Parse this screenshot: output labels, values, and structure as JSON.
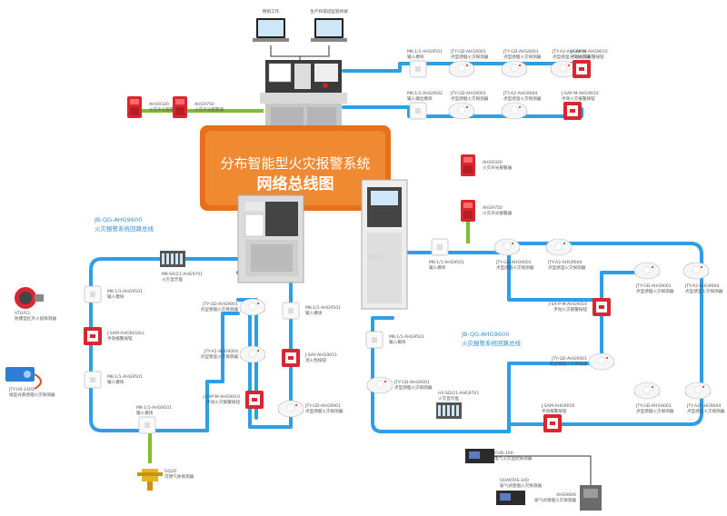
{
  "title": {
    "line1": "分布智能型火灾报警系统",
    "line2": "网络总线图"
  },
  "bus_labels": {
    "left_model": "JB-QG-AHG9600",
    "left_desc": "火灾报警系统回路总线",
    "right_model": "JB-QG-AHG9600",
    "right_desc": "火灾报警系统回路总线"
  },
  "computers": {
    "left": "网络工作",
    "right": "生产和值班监管终端"
  },
  "watermark": "detie",
  "devices": {
    "top_left_1": "AHG9320\n火灾声光报警器",
    "top_left_2": "AHG9750\n火灾声光报警器",
    "mod_top1": "MK-1/1-AHG9501\n输入模块",
    "det_top1": "JTY-GD-AHG9001\n点型感烟火灾探测器",
    "det_top2": "JTY-GD-AHG9001\n点型感烟火灾探测器",
    "det_top3": "JTY-A2-AHG9004\n点型感温火灾探测器",
    "mcp_top1": "J-SAP-M-AHG9010\n手动火灾报警按钮",
    "mod_top2": "MK-1/1-AHG9502\n输入输出模块",
    "det_top4": "JTY-GD-AHG9001\n点型感烟火灾探测器",
    "det_top5": "JTY-A2-AHG9004\n点型感温火灾探测器",
    "mcp_top2": "J-SAP-M-AHG9010\n手动火灾报警按钮",
    "snd_right1": "AHG9320\n火灾声光报警器",
    "snd_right2": "AHG9750\n火灾声光报警器",
    "left_panel": "AHG9600",
    "left_io": "MK-SR/21-AHG9701\n火灾显示盘",
    "flame": "XTU/G1\n防爆型红外火焰探测器",
    "l_mod1": "MK-1/1-AHG9501\n输入模块",
    "l_mcp1": "J-SAM-AHG9010LL\n手动报警按钮",
    "l_beam": "JTY-HS-1401\n线型光束感烟火灾探测器",
    "l_mod2": "MK-1/1-AHG9501\n输入模块",
    "l_mod3": "MK-1/1-AHG9501\n输入模块",
    "gas": "GQ26\n可燃气体探测器",
    "c_det1": "JTY-GD-AHG9001\n点型感烟火灾探测器",
    "c_mod1": "MK-1/1-AHG9501\n输入模块",
    "c_det2": "JTY-A2-AHG9004\n点型感温火灾探测器",
    "c_mcp1": "J-SAV-AHG9011\n消火栓按钮",
    "c_mcp2": "J-SAP-M-AHG9010\n手动火灾报警按钮",
    "c_det3": "JTY-GD-AHG9001\n点型感烟火灾探测器",
    "r_mod1": "MK-1/1-AHG9501\n输入模块",
    "r_det1": "JTY-GD-AHG9001\n点型感烟火灾探测器",
    "r_det2": "JTY-A2-AHG9004\n点型感温火灾探测器",
    "r_det3": "JTY-GD-AHG9001\n点型感烟火灾探测器",
    "r_det4": "JTY-A2-AHG9004\n点型感温火灾探测器",
    "r_mcp1": "J-SA-P-M-AHG9010\n手动火灾报警按钮",
    "r_det5": "JTY-GD-AHG9001\n点型感烟火灾探测器",
    "r_io1": "MK-1/1-AHG9501\n输入模块",
    "r_det6": "JTY-GD-AHG9001\n点型感烟火灾探测器",
    "r_disp": "HX-SD/21-AHG9701\n火灾显示盘",
    "r_mcp2": "J-SAM-AHG9010\n手动报警按钮",
    "r_det7": "JTY-GD-AHG9001\n点型感烟火灾探测器",
    "r_det8": "JTY-A2-AHG9004\n点型感温火灾探测器",
    "r_bottom1": "CHD-100\n电气火灾监控探测器",
    "r_bottom2": "QUARTAS-100\n吸气式感烟火灾探测器",
    "r_bottom3": "AHG9666\n吸气式感烟火灾探测器"
  },
  "colors": {
    "bus": "#2e9ee6",
    "link_green": "#7fbf2e",
    "title_box": "#e8701a"
  }
}
